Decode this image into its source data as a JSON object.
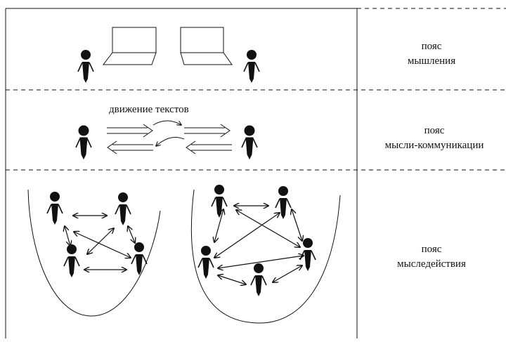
{
  "zones": [
    {
      "id": "thinking",
      "line1": "пояс",
      "line2": "мышления"
    },
    {
      "id": "communication",
      "line1": "пояс",
      "line2": "мысли-коммуникации"
    },
    {
      "id": "action",
      "line1": "пояс",
      "line2": "мыследействия"
    }
  ],
  "middle_caption": "движение текстов",
  "icons": {
    "person": "person-icon",
    "laptop": "laptop-icon",
    "double-arrow": "double-arrow-icon",
    "curved-arrow": "curved-arrow-icon"
  }
}
